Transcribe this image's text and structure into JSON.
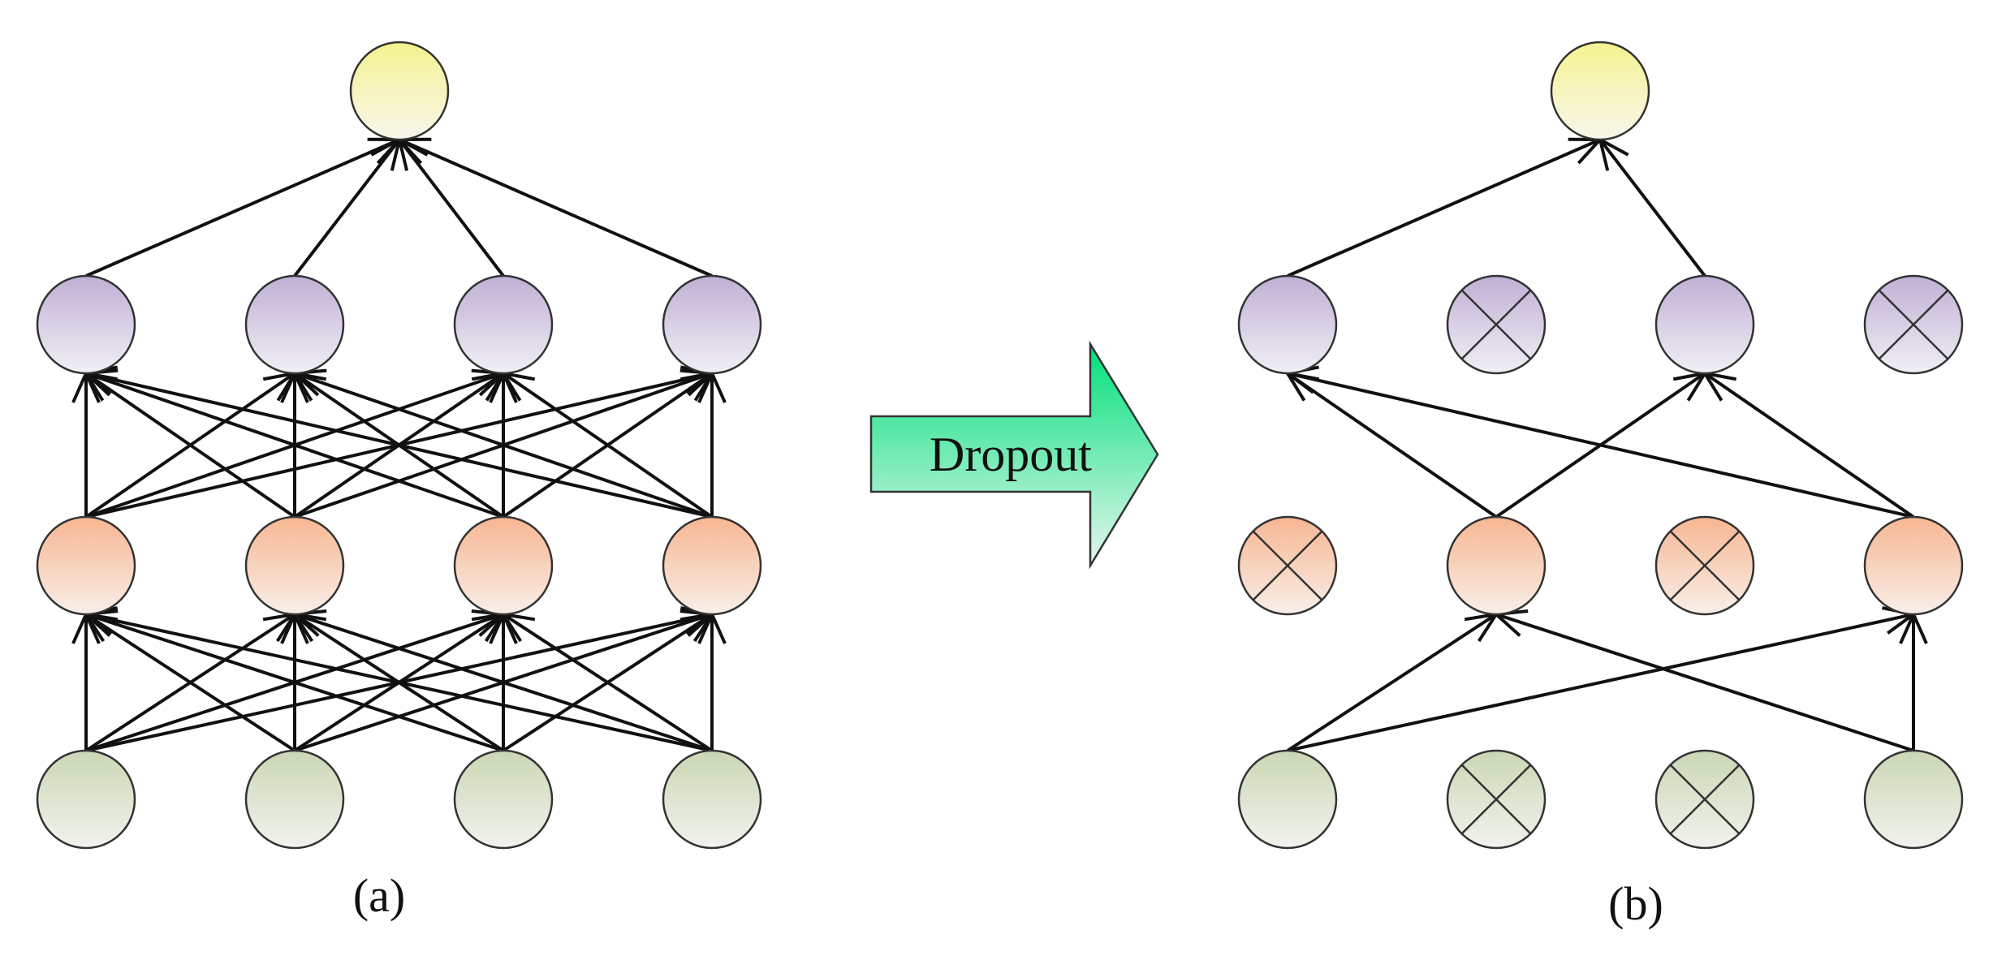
{
  "arrow_label": "Dropout",
  "panel_a": {
    "caption": "(a)",
    "layers": [
      {
        "name": "input",
        "dropped": [
          false,
          false,
          false,
          false
        ]
      },
      {
        "name": "hidden1",
        "dropped": [
          false,
          false,
          false,
          false
        ]
      },
      {
        "name": "hidden2",
        "dropped": [
          false,
          false,
          false,
          false
        ]
      },
      {
        "name": "output",
        "dropped": [
          false
        ]
      }
    ]
  },
  "panel_b": {
    "caption": "(b)",
    "layers": [
      {
        "name": "input",
        "dropped": [
          false,
          true,
          true,
          false
        ]
      },
      {
        "name": "hidden1",
        "dropped": [
          true,
          false,
          true,
          false
        ]
      },
      {
        "name": "hidden2",
        "dropped": [
          false,
          true,
          false,
          true
        ]
      },
      {
        "name": "output",
        "dropped": [
          false
        ]
      }
    ]
  },
  "colors": {
    "output": "#f7f59a",
    "hidden2": "#c2b4d6",
    "hidden1": "#f8bd9b",
    "input": "#cdd9b9",
    "arrow_top": "#00e07a",
    "arrow_bottom": "#e6f6ee",
    "stroke": "#111111"
  }
}
